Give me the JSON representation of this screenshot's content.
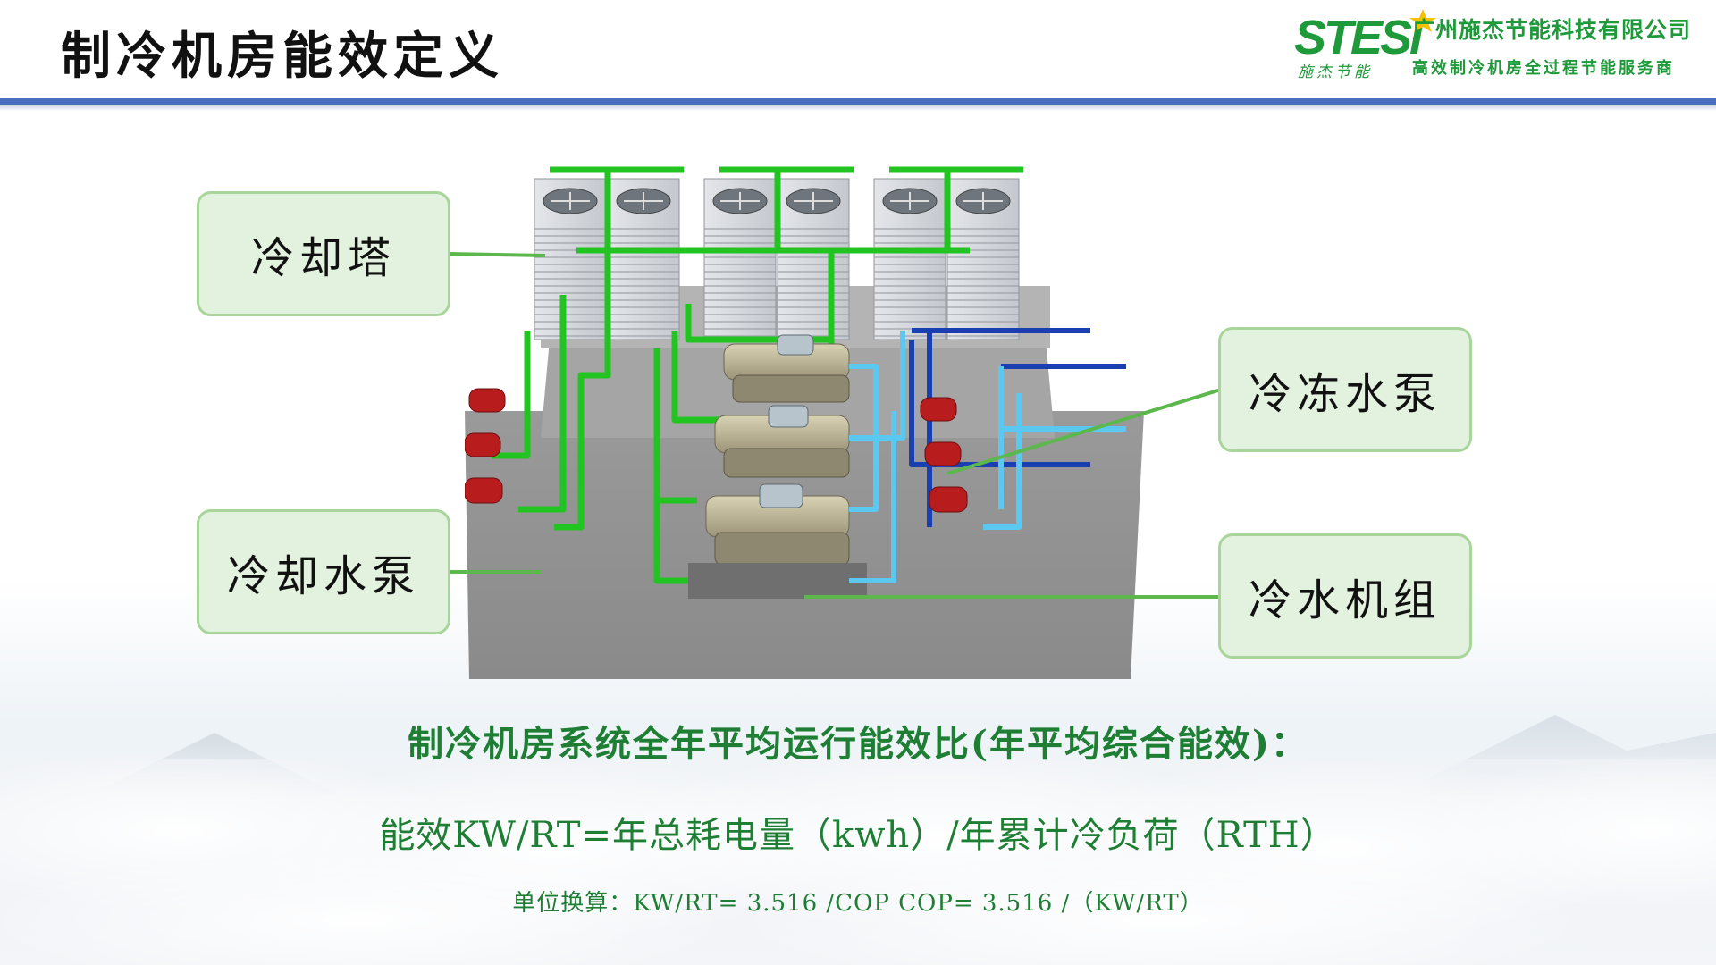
{
  "header": {
    "title": "制冷机房能效定义",
    "logo_text": "STESI",
    "logo_tagline": "施杰节能",
    "company_name": "广州施杰节能科技有限公司",
    "company_slogan": "高效制冷机房全过程节能服务商"
  },
  "labels": {
    "cooling_tower": "冷却塔",
    "cooling_pump": "冷却水泵",
    "chilled_pump": "冷冻水泵",
    "chiller_unit": "冷水机组"
  },
  "formulas": {
    "main": "制冷机房系统全年平均运行能效比(年平均综合能效)：",
    "efficiency": "能效KW/RT=年总耗电量（kwh）/年累计冷负荷（RTH）",
    "unit_conversion": "单位换算：KW/RT= 3.516 /COP    COP= 3.516 /（KW/RT）"
  },
  "colors": {
    "accent_blue": "#4a6fbf",
    "brand_green": "#1e9a3a",
    "formula_green": "#1e7e34",
    "callout_fill": "#e3f2df",
    "callout_border": "#a8d59a",
    "pipe_green": "#22c422",
    "pipe_dark_blue": "#1a3fb0",
    "pipe_light_blue": "#5ac8f0",
    "pump_red": "#b81c1c"
  }
}
